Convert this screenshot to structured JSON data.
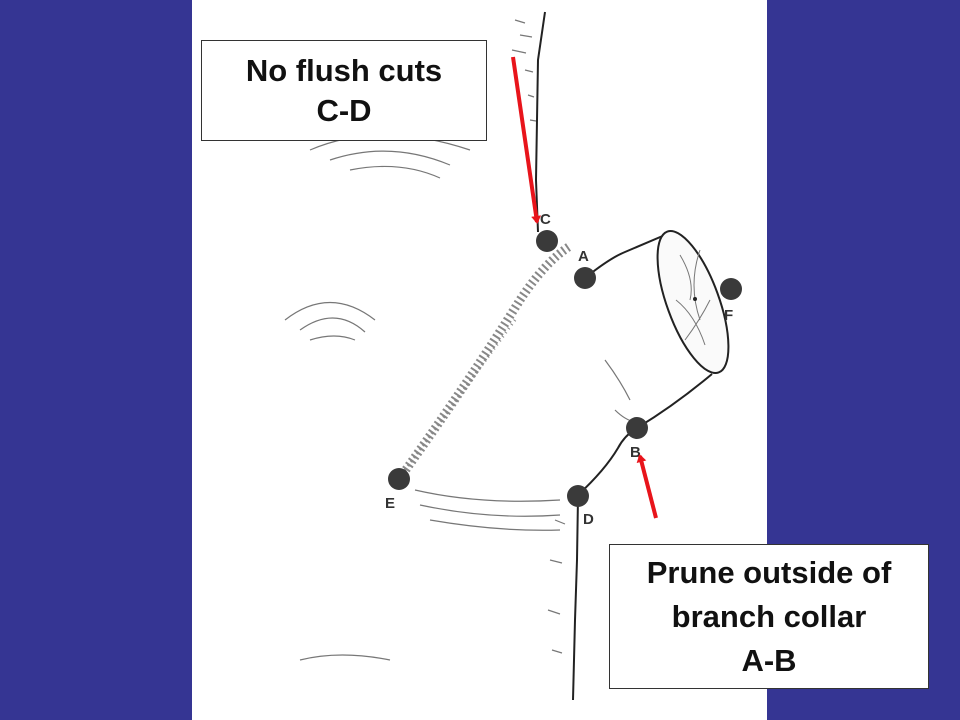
{
  "callouts": {
    "top": {
      "line1": "No flush cuts",
      "line2": "C-D"
    },
    "bottom": {
      "line1": "Prune outside of",
      "line2": "branch collar",
      "line3": "A-B"
    }
  },
  "points": {
    "a": "A",
    "b": "B",
    "c": "C",
    "d": "D",
    "e": "E",
    "f": "F"
  },
  "colors": {
    "background": "#353593",
    "arrow": "#e8141b",
    "point": "#3a3a3a"
  }
}
